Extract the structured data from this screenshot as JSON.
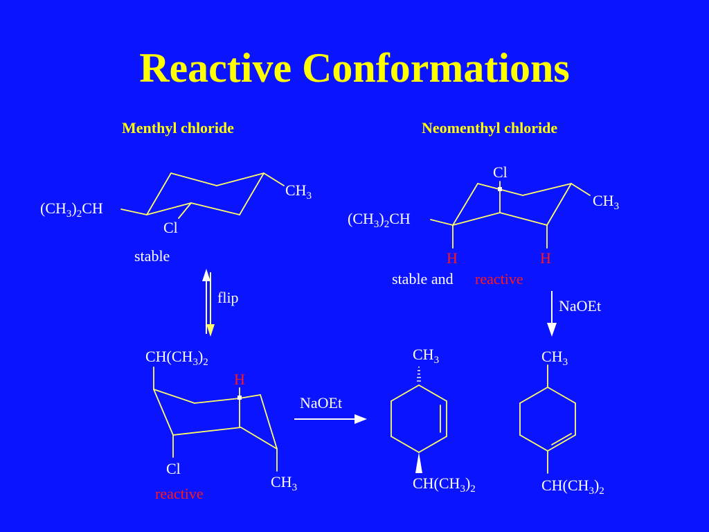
{
  "title": "Reactive Conformations",
  "headers": {
    "left": "Menthyl chloride",
    "right": "Neomenthyl chloride"
  },
  "menthyl": {
    "substituent_left": [
      "(CH",
      "3",
      ")",
      "2",
      "CH"
    ],
    "methyl": [
      "CH",
      "3"
    ],
    "chloro": "Cl",
    "status": "stable"
  },
  "flip_label": "flip",
  "menthyl_flipped": {
    "isopropyl": [
      "CH(CH",
      "3",
      ")",
      "2"
    ],
    "hydrogen": "H",
    "chloro": "Cl",
    "status": "reactive",
    "methyl": [
      "CH",
      "3"
    ]
  },
  "neomenthyl": {
    "chloro": "Cl",
    "methyl": [
      "CH",
      "3"
    ],
    "substituent_left": [
      "(CH",
      "3",
      ")",
      "2",
      "CH"
    ],
    "hydrogen_left": "H",
    "hydrogen_right": "H",
    "status_prefix": "stable and",
    "status_reactive": "reactive"
  },
  "reagent_right": "NaOEt",
  "reagent_bottom": "NaOEt",
  "product_left": {
    "top": [
      "CH",
      "3"
    ],
    "bottom": [
      "CH(CH",
      "3",
      ")",
      "2"
    ]
  },
  "product_right": {
    "top": [
      "CH",
      "3"
    ],
    "bottom": [
      "CH(CH",
      "3",
      ")",
      "2"
    ]
  },
  "colors": {
    "background": "#0a14ff",
    "bond": "#ffff66",
    "label": "#ffffff",
    "accent_red": "#ff1a1a",
    "title": "#ffff00"
  }
}
